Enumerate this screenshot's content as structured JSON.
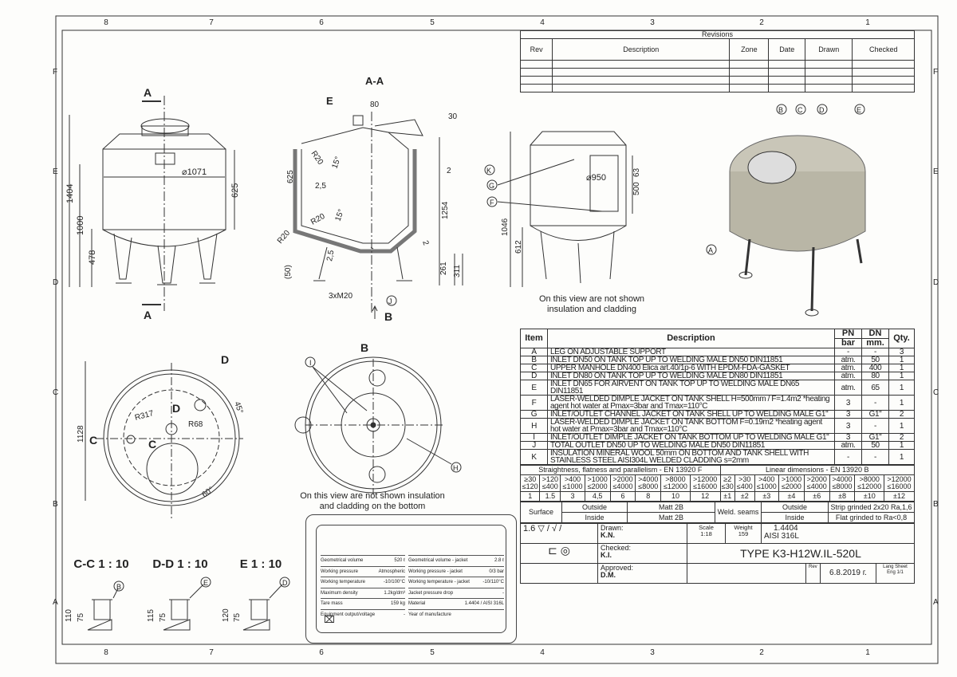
{
  "frame": {
    "columns": [
      "8",
      "7",
      "6",
      "5",
      "4",
      "3",
      "2",
      "1"
    ],
    "rows": [
      "F",
      "E",
      "D",
      "C",
      "B",
      "A"
    ]
  },
  "revisions": {
    "title": "Revisions",
    "headers": [
      "Rev",
      "Description",
      "Zone",
      "Date",
      "Drawn",
      "Checked"
    ]
  },
  "views": {
    "front": {
      "section_label": "A",
      "dims": {
        "h_total": "1404",
        "h_1000": "1000",
        "h_478": "478",
        "h_625": "625",
        "diameter": "⌀1071"
      }
    },
    "section": {
      "title": "A-A",
      "e": "E",
      "w80": "80",
      "w30": "30",
      "h625": "625",
      "r20a": "R20",
      "ang15a": "15°",
      "t25a": "2,5",
      "t2a": "2",
      "h1254": "1254",
      "r20b": "R20",
      "ang15b": "15°",
      "r20c": "R20",
      "t25b": "2,5",
      "t2b": "2",
      "h50": "(50)",
      "m20": "3xM20",
      "h261": "261",
      "h311": "311",
      "j": "J",
      "k": "K",
      "b": "B",
      "small2": "2"
    },
    "side": {
      "g": "G",
      "f": "F",
      "diameter": "⌀950",
      "h63": "63",
      "h500": "500",
      "h1046": "1046",
      "h612": "612",
      "note1": "On this view are not shown",
      "note2": "insulation and cladding"
    },
    "iso": {
      "b": "B",
      "c": "C",
      "d": "D",
      "e": "E",
      "a": "A"
    },
    "top": {
      "d1": "D",
      "d2": "D",
      "ang45": "45°",
      "r317": "R317",
      "r68": "R68",
      "c1": "C",
      "c2": "C",
      "w1128": "1128",
      "ang60": "60°"
    },
    "bottom": {
      "title": "B",
      "i": "I",
      "h": "H",
      "note1": "On this view are not shown insulation",
      "note2": "and cladding on the bottom"
    },
    "details": [
      {
        "title": "C-C 1 : 10",
        "h1": "110",
        "h2": "75",
        "ref": "B"
      },
      {
        "title": "D-D 1 : 10",
        "h1": "115",
        "h2": "75",
        "ref": "E"
      },
      {
        "title": "E 1 : 10",
        "h1": "120",
        "h2": "75",
        "ref": "D"
      }
    ]
  },
  "parts": {
    "headers": {
      "item": "Item",
      "description": "Description",
      "pn": "PN",
      "pn_unit": "bar",
      "dn": "DN",
      "dn_unit": "mm.",
      "qty": "Qty."
    },
    "rows": [
      [
        "A",
        "LEG ON ADJUSTABLE SUPPORT",
        "-",
        "-",
        "3"
      ],
      [
        "B",
        "INLET DN50 ON TANK TOP UP TO WELDING MALE DN50 DIN11851",
        "atm.",
        "50",
        "1"
      ],
      [
        "C",
        "UPPER MANHOLE DN400 Elica art.40/1p-6 WITH EPDM-FDA-GASKET",
        "atm.",
        "400",
        "1"
      ],
      [
        "D",
        "INLET DN80 ON TANK TOP UP TO WELDING MALE DN80 DIN11851",
        "atm.",
        "80",
        "1"
      ],
      [
        "E",
        "INLET DN65 FOR AIRVENT ON TANK TOP UP TO WELDING MALE DN65 DIN11851",
        "atm.",
        "65",
        "1"
      ],
      [
        "F",
        "LASER-WELDED DIMPLE JACKET ON TANK SHELL H=500mm / F=1.4m2 *heating agent hot water at Pmax=3bar and Tmax=110°C",
        "3",
        "-",
        "1"
      ],
      [
        "G",
        "INLET/OUTLET CHANNEL JACKET ON TANK SHELL UP TO WELDING MALE G1\"",
        "3",
        "G1\"",
        "2"
      ],
      [
        "H",
        "LASER-WELDED DIMPLE JACKET ON TANK BOTTOM F=0.19m2 *heating agent hot water at Pmax=3bar and Tmax=110°C",
        "3",
        "-",
        "1"
      ],
      [
        "I",
        "INLET/OUTLET DIMPLE JACKET ON TANK BOTTOM UP TO WELDING MALE G1\"",
        "3",
        "G1\"",
        "2"
      ],
      [
        "J",
        "TOTAL OUTLET DN50 UP TO WELDING MALE DN50 DIN11851",
        "atm.",
        "50",
        "1"
      ],
      [
        "K",
        "INSULATION MINERAL WOOL 50mm ON BOTTOM AND TANK SHELL WITH STAINLESS STEEL AISI304L WELDED CLADDING s=2mm",
        "-",
        "-",
        "1"
      ]
    ]
  },
  "tolerances": {
    "straightness_title": "Straightness, flatness and parallelism - EN 13920 F",
    "linear_title": "Linear dimensions - EN 13920 B",
    "straightness_ranges": [
      "≥30 ≤120",
      ">120 ≤400",
      ">400 ≤1000",
      ">1000 ≤2000",
      ">2000 ≤4000",
      ">4000 ≤8000",
      ">8000 ≤12000",
      ">12000 ≤16000"
    ],
    "straightness_values": [
      "1",
      "1.5",
      "3",
      "4,5",
      "6",
      "8",
      "10",
      "12"
    ],
    "linear_ranges": [
      "≥2 ≤30",
      ">30 ≤400",
      ">400 ≤1000",
      ">1000 ≤2000",
      ">2000 ≤4000",
      ">4000 ≤8000",
      ">8000 ≤12000",
      ">12000 ≤16000"
    ],
    "linear_values": [
      "±1",
      "±2",
      "±3",
      "±4",
      "±6",
      "±8",
      "±10",
      "±12"
    ]
  },
  "surface": {
    "label": "Surface",
    "outside": "Outside",
    "inside": "Inside",
    "outside_val": "Matt 2B",
    "inside_val": "Matt 2B",
    "weld_label": "Weld. seams",
    "weld_outside": "Outside",
    "weld_inside": "Inside",
    "weld_outside_val": "Strip grinded 2x20 Ra,1,6",
    "weld_inside_val": "Flat grinded to Ra<0,8"
  },
  "title_block": {
    "roughness": "1.6",
    "drawn_label": "Drawn:",
    "drawn": "K.N.",
    "checked_label": "Checked:",
    "checked": "K.I.",
    "approved_label": "Approved:",
    "approved": "D.M.",
    "scale_label": "Scale",
    "scale": "1:18",
    "weight_label": "Weight",
    "weight": "159",
    "material1": "1.4404",
    "material2": "AISI 316L",
    "type": "TYPE K3-H12W.IL-520L",
    "rev_label": "Rev",
    "date": "6.8.2019 г.",
    "lang_label": "Lang",
    "lang": "Eng",
    "sheet_label": "Sheet",
    "sheet": "1/1"
  },
  "nameplate": {
    "left": [
      [
        "Geometrical volume",
        "520 ℓ"
      ],
      [
        "Working pressure",
        "Atmospheric"
      ],
      [
        "Working temperature",
        "-10/100°C"
      ],
      [
        "Maximum density",
        "1.2kg/dm³"
      ],
      [
        "Tare mass",
        "159  kg"
      ],
      [
        "Equipment output/voltage",
        "-"
      ]
    ],
    "right": [
      [
        "Geometrical volume - jacket",
        "2.8 ℓ"
      ],
      [
        "Working pressure - jacket",
        "0/3 bar"
      ],
      [
        "Working temperature - jacket",
        "-10/110°C"
      ],
      [
        "Jacket pressure drop",
        "-"
      ],
      [
        "Material",
        "1.4404 / AISI 316L"
      ],
      [
        "Year of manufacture",
        ""
      ]
    ]
  }
}
